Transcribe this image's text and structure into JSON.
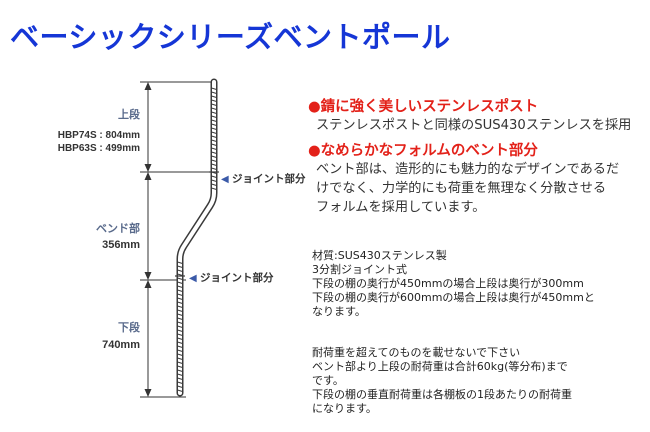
{
  "title": "ベーシックシリーズベントポール",
  "diagram": {
    "upper": {
      "label": "上段",
      "specs": [
        "HBP74S : 804mm",
        "HBP63S : 499mm"
      ]
    },
    "bend": {
      "label": "ベンド部",
      "length": "356mm"
    },
    "lower": {
      "label": "下段",
      "length": "740mm"
    },
    "joint_label": "ジョイント部分",
    "joint_marker": "◀"
  },
  "features": [
    {
      "heading": "●錆に強く美しいステンレスポスト",
      "lines": [
        "ステンレスポストと同様のSUS430ステンレスを採用"
      ]
    },
    {
      "heading": "●なめらかなフォルムのベント部分",
      "lines": [
        "ベント部は、造形的にも魅力的なデザインであるだ",
        "けでなく、力学的にも荷重を無理なく分散させる",
        "フォルムを採用しています。"
      ]
    }
  ],
  "specs": {
    "lines": [
      "材質:SUS430ステンレス製",
      "3分割ジョイント式",
      "下段の棚の奥行が450mmの場合上段は奥行が300mm",
      "下段の棚の奥行が600mmの場合上段は奥行が450mmと",
      "なります。"
    ]
  },
  "notes": {
    "lines": [
      "耐荷重を超えてのものを載せないで下さい",
      "ベント部より上段の耐荷重は合計60kg(等分布)まで",
      "です。",
      "下段の棚の垂直耐荷重は各棚板の1段あたりの耐荷重",
      "になります。"
    ]
  },
  "colors": {
    "title": "#1536d6",
    "heading": "#e32119",
    "pole": "#3a3a3a"
  }
}
